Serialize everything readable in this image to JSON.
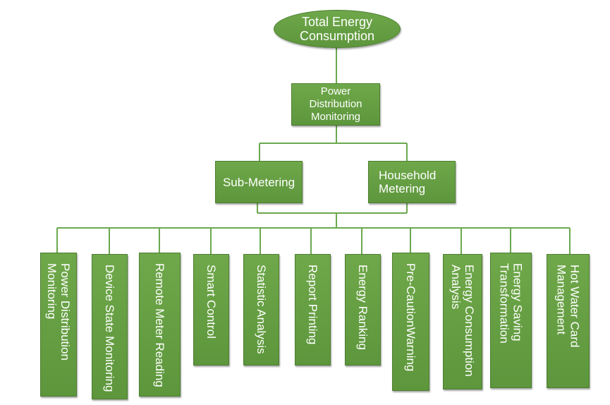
{
  "root": {
    "label": "Total Energy Consumption"
  },
  "level1": {
    "label": "Power Distribution Monitoring"
  },
  "level2": [
    {
      "label": "Sub-Metering"
    },
    {
      "label": "Household Metering"
    }
  ],
  "leaves": [
    {
      "label": "Power Distribution\nMonitoring"
    },
    {
      "label": "Device State Monitoring"
    },
    {
      "label": "Remote Meter Reading"
    },
    {
      "label": "Smart Control"
    },
    {
      "label": "Statistic Analysis"
    },
    {
      "label": "Report Printing"
    },
    {
      "label": "Energy Ranking"
    },
    {
      "label": "Pre-CautionWarning"
    },
    {
      "label": "Energy Consumption\nAnalysis"
    },
    {
      "label": "Energy Saving\nTransformation"
    },
    {
      "label": "Hot Water Card\nManagement"
    }
  ],
  "colors": {
    "node_fill": "#62a03f",
    "line": "#6aa84f",
    "text": "#ffffff"
  }
}
